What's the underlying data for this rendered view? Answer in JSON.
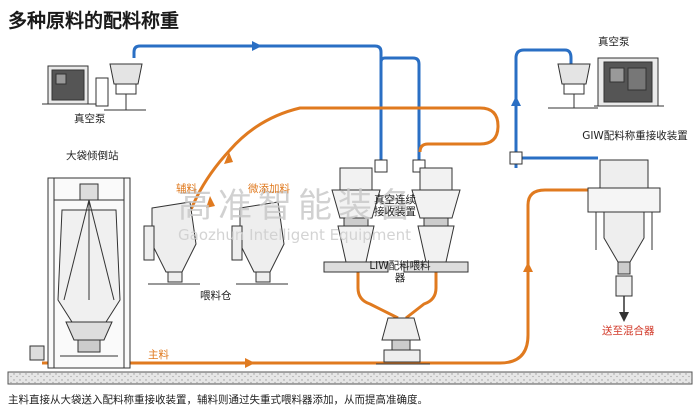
{
  "title": "多种原料的配料称重",
  "labels": {
    "vacuum_pump_left": "真空泵",
    "vacuum_pump_right": "真空泵",
    "bulk_bag_station": "大袋倾倒站",
    "aux_material": "辅料",
    "micro_additive": "微添加料",
    "feed_bin": "喂料仓",
    "vacuum_receiver": "真空连续接收装置",
    "liw_feeder": "LIW配料喂料器",
    "giw_weigh": "GIW配料称重接收装置",
    "main_material": "主料",
    "to_mixer": "送至混合器"
  },
  "watermark": {
    "cn": "高准智能装备",
    "en": "Gaozhun Intelligent Equipment"
  },
  "caption": "主料直接从大袋送入配料称重接收装置，辅料则通过失重式喂料器添加，从而提高准确度。",
  "colors": {
    "blue_pipe": "#2a6fc4",
    "orange_pipe": "#e07a1f",
    "equipment": "#333333"
  }
}
